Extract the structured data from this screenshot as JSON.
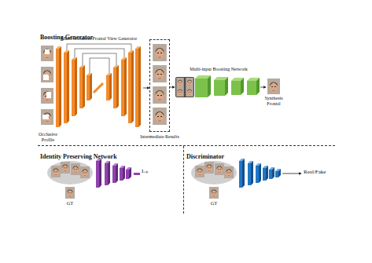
{
  "diagram": {
    "nodes": [
      {
        "text": [
          "Boosting Generator"
        ]
      },
      {
        "text": [
          "Multi-occlusion Frontal View Generator"
        ],
        "in": 0
      },
      {
        "text": [
          "Intermediate Results"
        ],
        "in": 0
      },
      {
        "text": [
          "Multi-input Boosting Network"
        ],
        "in": 0
      },
      {
        "text": [
          "Identity Preserving Network"
        ]
      },
      {
        "text": [
          "Discriminator"
        ]
      }
    ],
    "edges": [
      {
        "from": 1,
        "to": 2,
        "arrow": "to"
      },
      {
        "from": 2,
        "to": 3,
        "arrow": "to"
      }
    ],
    "labels": [
      "Occlusive Profile",
      "Synthesis Frontal",
      "GT",
      "Lᵢₚ",
      "GT",
      "Real/Fake"
    ]
  }
}
